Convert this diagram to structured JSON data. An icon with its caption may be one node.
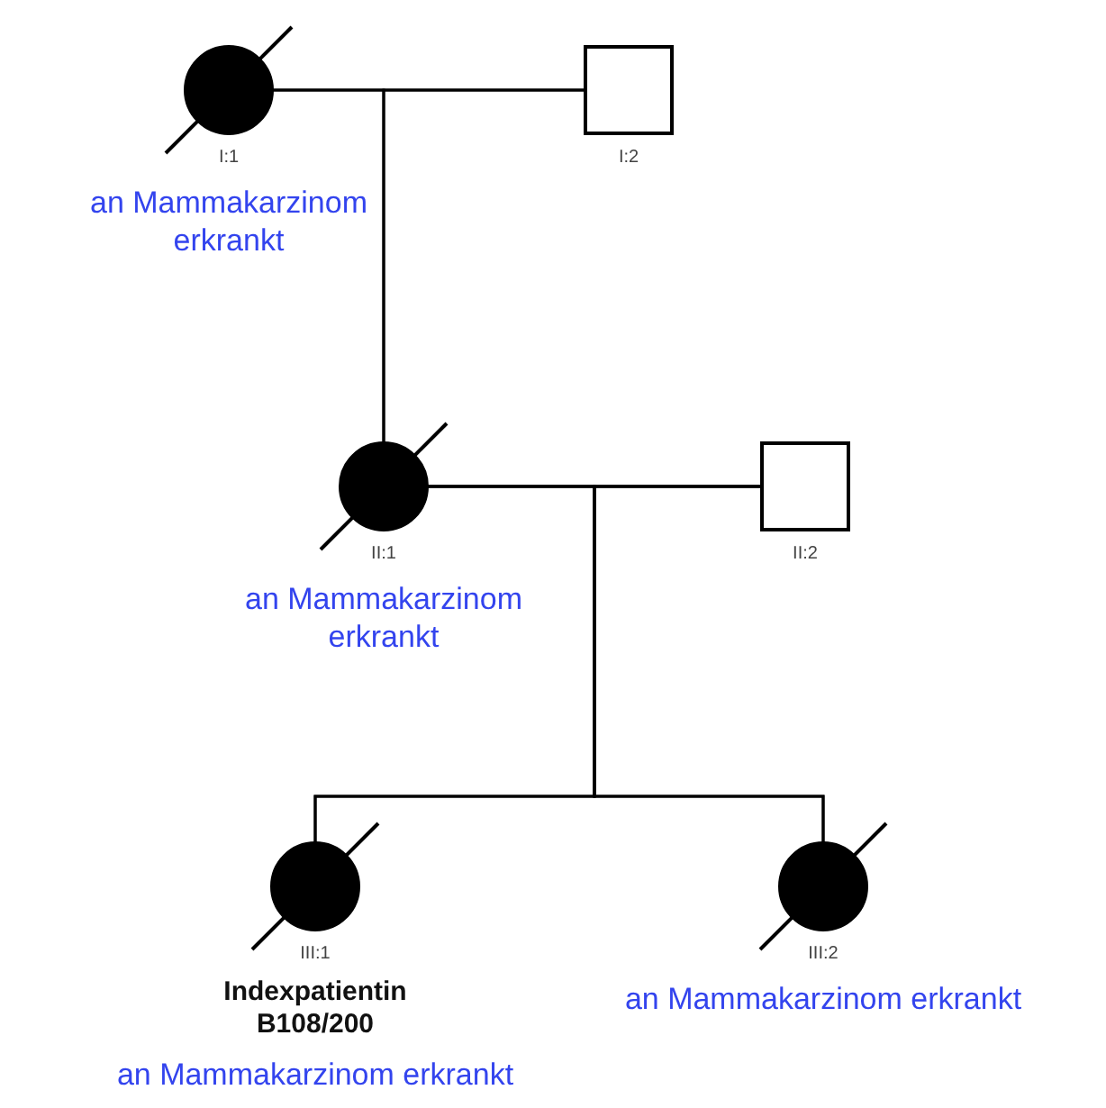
{
  "diagram": {
    "nodes": [
      {
        "text": [
          "I:1",
          "an Mammakarzinom erkrankt"
        ]
      },
      {
        "text": [
          "I:2"
        ]
      },
      {
        "text": [
          "II:1",
          "an Mammakarzinom erkrankt"
        ]
      },
      {
        "text": [
          "II:2"
        ]
      },
      {
        "text": [
          "III:1",
          "Indexpatientin B108/200",
          "an Mammakarzinom erkrankt"
        ]
      },
      {
        "text": [
          "III:2",
          "an Mammakarzinom erkrankt"
        ]
      }
    ],
    "edges": [
      {
        "from": 0,
        "to": 1,
        "arrow": "none"
      },
      {
        "from": 0,
        "to": 2,
        "arrow": "none"
      },
      {
        "from": 1,
        "to": 2,
        "arrow": "none"
      },
      {
        "from": 2,
        "to": 3,
        "arrow": "none"
      },
      {
        "from": 2,
        "to": 4,
        "arrow": "none"
      },
      {
        "from": 2,
        "to": 5,
        "arrow": "none"
      },
      {
        "from": 3,
        "to": 4,
        "arrow": "none"
      },
      {
        "from": 3,
        "to": 5,
        "arrow": "none"
      }
    ]
  }
}
